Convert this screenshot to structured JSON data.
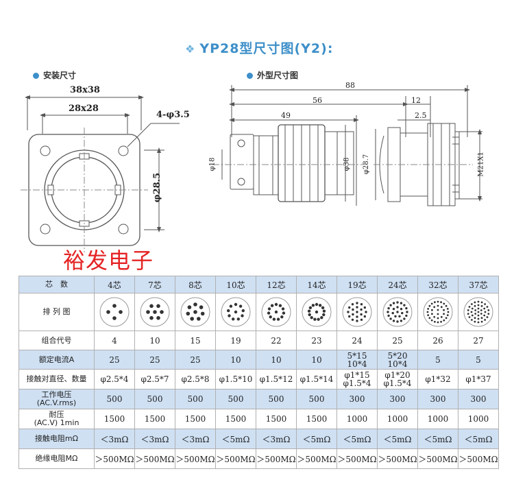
{
  "title": "YP28型尺寸图(Y2):",
  "title_icon": "diamond-bullet-icon",
  "brand": "裕发电子",
  "install": {
    "label": "安装尺寸",
    "dim_outer": "38x38",
    "dim_inner": "28x28",
    "dim_hole": "4-φ3.5",
    "dim_circle": "φ28.5"
  },
  "outline": {
    "label": "外型尺寸图",
    "dim_88": "88",
    "dim_56": "56",
    "dim_12": "12",
    "dim_25": "2.5",
    "dim_49": "49",
    "dim_d18": "φ18",
    "dim_d38": "φ38",
    "dim_d287": "φ28.7",
    "dim_m21": "M21X1"
  },
  "table": {
    "rows": [
      {
        "label": "芯　数",
        "style": "blue",
        "cells": [
          "4芯",
          "7芯",
          "8芯",
          "10芯",
          "12芯",
          "14芯",
          "19芯",
          "24芯",
          "32芯",
          "37芯"
        ]
      },
      {
        "label": "排 列 图",
        "style": "white",
        "type": "pins",
        "pins": [
          4,
          7,
          8,
          10,
          12,
          14,
          19,
          24,
          32,
          37
        ]
      },
      {
        "label": "组合代号",
        "style": "white",
        "cells": [
          "4",
          "10",
          "15",
          "19",
          "22",
          "23",
          "24",
          "25",
          "26",
          "27"
        ]
      },
      {
        "label": "额定电流A",
        "style": "blue",
        "cells": [
          "25",
          "25",
          "25",
          "10",
          "10",
          "10",
          "5*15\n10*4",
          "5*20\n10*4",
          "5",
          "5"
        ]
      },
      {
        "label": "接触对直径、数量",
        "style": "white",
        "cells": [
          "φ2.5*4",
          "φ2.5*7",
          "φ2.5*8",
          "φ1.5*10",
          "φ1.5*12",
          "φ1.5*14",
          "φ1*15\nφ1.5*4",
          "φ1*20\nφ1.5*4",
          "φ1*32",
          "φ1*37"
        ]
      },
      {
        "label": "工作电压\n(AC.V.rms)",
        "style": "blue",
        "cells": [
          "500",
          "500",
          "500",
          "500",
          "500",
          "500",
          "300",
          "300",
          "300",
          "300"
        ]
      },
      {
        "label": "耐压\n(AC.V) 1min",
        "style": "white",
        "cells": [
          "1500",
          "1500",
          "1500",
          "1500",
          "1500",
          "1500",
          "1000",
          "1000",
          "1000",
          "1000"
        ]
      },
      {
        "label": "接触电阻mΩ",
        "style": "blue",
        "cells": [
          "＜3mΩ",
          "＜3mΩ",
          "＜3mΩ",
          "＜5mΩ",
          "＜3mΩ",
          "＜5mΩ",
          "＜5mΩ",
          "＜5mΩ",
          "＜5mΩ",
          "＜5mΩ"
        ]
      },
      {
        "label": "绝缘电阻MΩ",
        "style": "white",
        "cells": [
          "＞500MΩ",
          "＞500MΩ",
          "＞500MΩ",
          "＞500MΩ",
          "＞500MΩ",
          "＞500MΩ",
          "＞500MΩ",
          "＞500MΩ",
          "＞500MΩ",
          "＞500MΩ"
        ]
      }
    ]
  },
  "colors": {
    "accent": "#3d8fc9",
    "brand": "#e52424",
    "row_blue": "#cfe0f3"
  }
}
